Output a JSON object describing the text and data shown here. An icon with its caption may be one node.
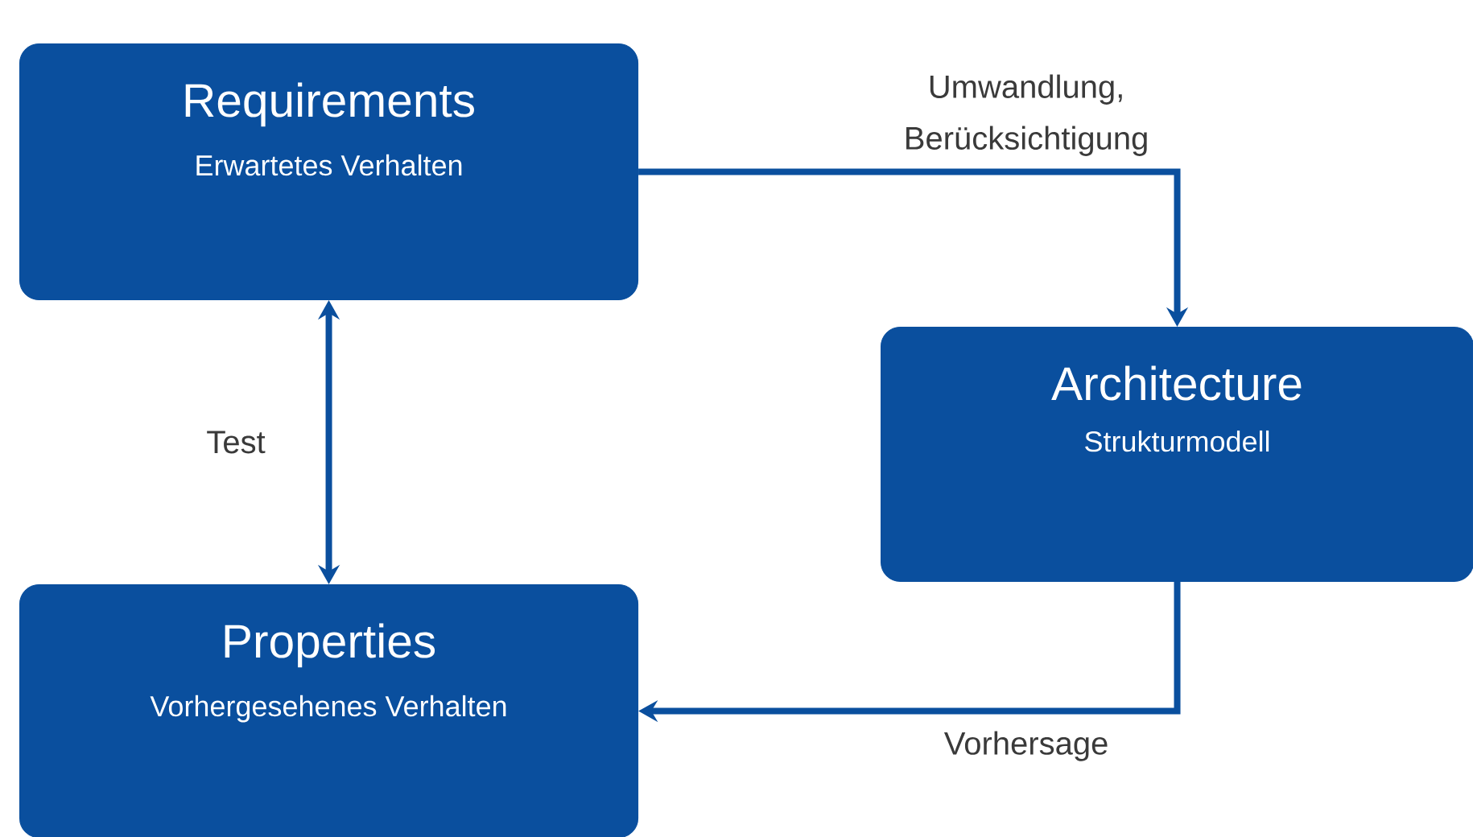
{
  "diagram": {
    "nodes": [
      {
        "text": [
          "Requirements",
          "Erwartetes Verhalten"
        ]
      },
      {
        "text": [
          "Architecture",
          "Strukturmodell"
        ]
      },
      {
        "text": [
          "Properties",
          "Vorhergesehenes Verhalten"
        ]
      }
    ],
    "edges": [
      {
        "from": 0,
        "to": 1,
        "arrow": "to",
        "label": "Umwandlung, Berücksichtigung"
      },
      {
        "from": 0,
        "to": 2,
        "arrow": "both",
        "label": "Test"
      },
      {
        "from": 1,
        "to": 2,
        "arrow": "to",
        "label": "Vorhersage"
      }
    ]
  }
}
